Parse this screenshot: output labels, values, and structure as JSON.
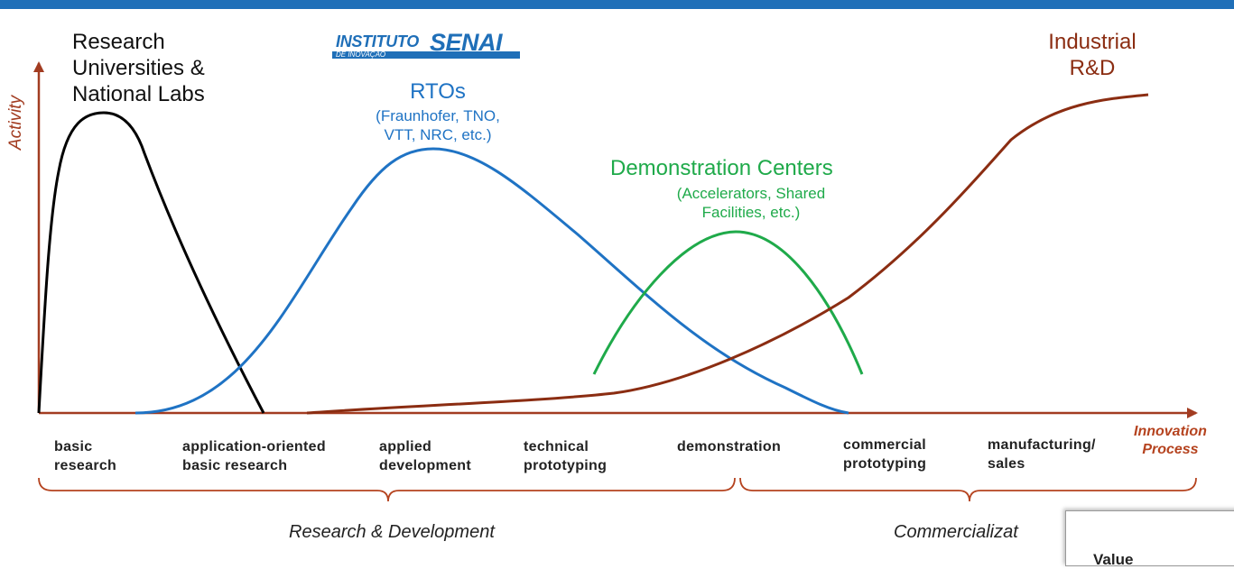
{
  "actors": {
    "universities": {
      "label": "Research\nUniversities &\nNational Labs",
      "color": "#000000"
    },
    "rtos": {
      "label": "RTOs",
      "sub": "(Fraunhofer, TNO,\nVTT, NRC, etc.)",
      "color": "#1f73c4"
    },
    "demo": {
      "label": "Demonstration Centers",
      "sub": "(Accelerators, Shared\nFacilities, etc.)",
      "color": "#1faa4a"
    },
    "industrial": {
      "label": "Industrial\nR&D",
      "color": "#8b2d12"
    }
  },
  "logo": {
    "word1": "INSTITUTO",
    "word2": "SENAI",
    "tagline": "DE INOVAÇÃO"
  },
  "axes": {
    "y_label": "Activity",
    "x_label": "Innovation\nProcess",
    "color": "#a23c21"
  },
  "stages": [
    "basic\nresearch",
    "application-oriented\nbasic research",
    "applied\ndevelopment",
    "technical\nprototyping",
    "demonstration",
    "commercial\nprototyping",
    "manufacturing/\nsales"
  ],
  "phases": {
    "rd": "Research & Development",
    "commercialization": "Commercializat"
  },
  "overlay": {
    "value_label": "Value"
  }
}
